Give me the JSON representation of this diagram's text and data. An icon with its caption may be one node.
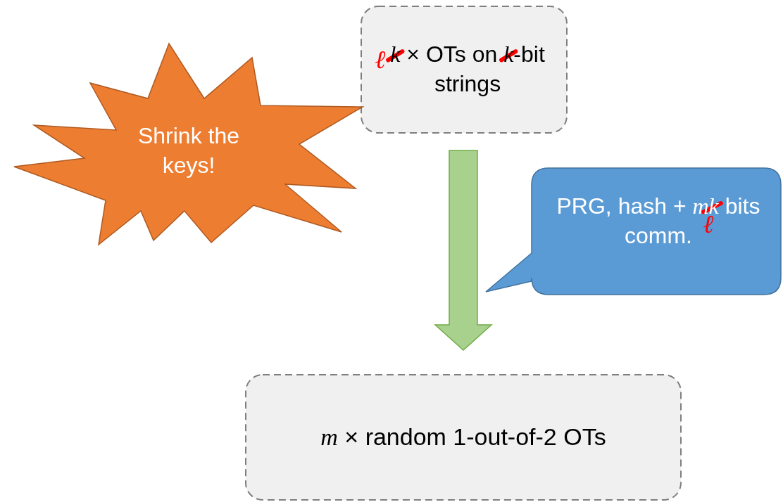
{
  "diagram": {
    "nodes": [
      {
        "text": [
          "*k* × OTs on *k*-bit strings"
        ]
      },
      {
        "text": [
          "Shrink the keys!"
        ]
      },
      {
        "text": [
          "PRG, hash + *mk* bits comm."
        ]
      },
      {
        "text": [
          "*m* × random 1-out-of-2 OTs"
        ]
      }
    ],
    "edges": [
      {
        "from": 0,
        "to": 3,
        "arrow": "to",
        "style": "thick",
        "color": "#a9d18e"
      }
    ],
    "labels": [
      "ℓ",
      "ℓ"
    ]
  }
}
